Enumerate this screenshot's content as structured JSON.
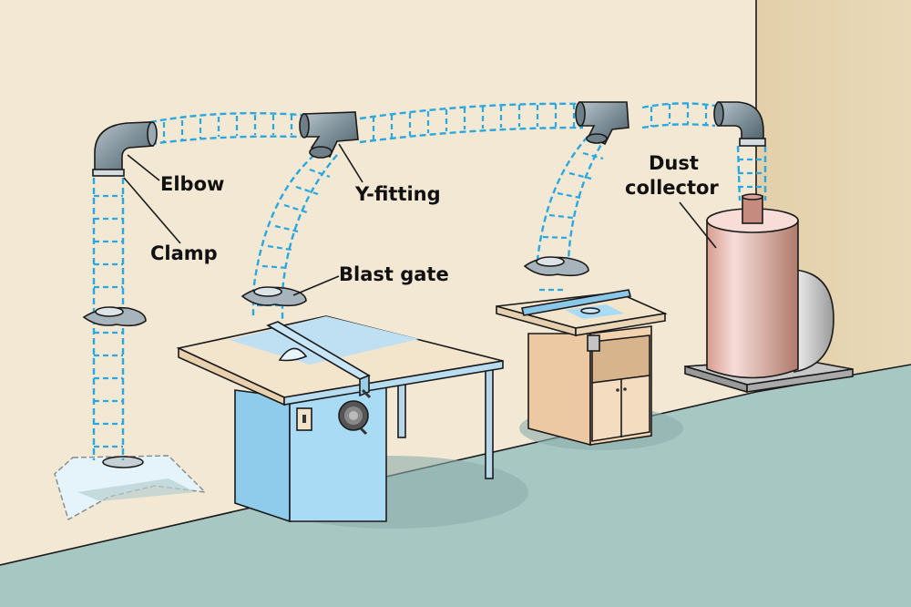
{
  "title": "Shop dust collection system",
  "labels": {
    "elbow": "Elbow",
    "clamp": "Clamp",
    "y_fitting": "Y-fitting",
    "blast_gate": "Blast gate",
    "dust_collector_line1": "Dust",
    "dust_collector_line2": "collector"
  },
  "colors": {
    "wall": "#f3e8d4",
    "side_wall": "#e6d4b0",
    "floor": "#a7c7c3",
    "hose": "#29a8e0",
    "fitting": "#7f9099",
    "table_saw": "#a9dbf5",
    "router_cabinet": "#f1d3b0",
    "collector": "#d9a49a"
  },
  "components": [
    "floor sweep",
    "table saw",
    "router table",
    "dust collector"
  ]
}
